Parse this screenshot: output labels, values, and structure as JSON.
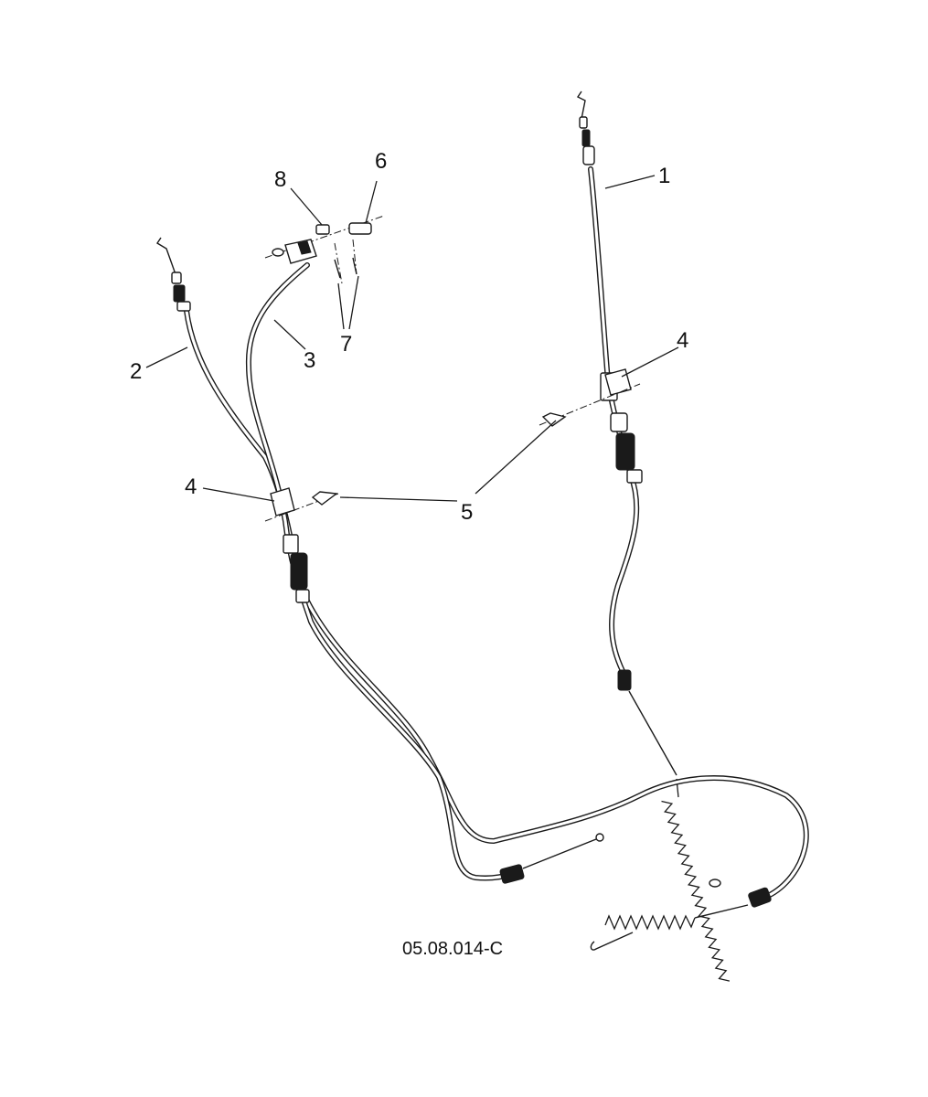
{
  "callouts": {
    "c1": "1",
    "c2": "2",
    "c3": "3",
    "c4a": "4",
    "c4b": "4",
    "c5": "5",
    "c6": "6",
    "c7": "7",
    "c8": "8"
  },
  "drawing_code": "05.08.014-C"
}
